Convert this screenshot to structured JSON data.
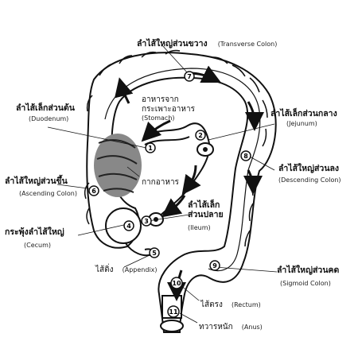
{
  "labels": {
    "transverse": {
      "th": "ลำไส้ใหญ่ส่วนขวาง",
      "en": "(Transverse Colon)"
    },
    "duodenum": {
      "th": "ลำไส้เล็กส่วนต้น",
      "en": "(Duodenum)"
    },
    "stomach": {
      "th1": "อาหารจาก",
      "th2": "กระเพาะอาหาร",
      "en": "(Stomach)"
    },
    "jejunum": {
      "th": "ลำไส้เล็กส่วนกลาง",
      "en": "(Jejunum)"
    },
    "descending": {
      "th": "ลำไส้ใหญ่ส่วนลง",
      "en": "(Descending Colon)"
    },
    "waste": {
      "th": "กากอาหาร"
    },
    "ascending": {
      "th": "ลำไส้ใหญ่ส่วนขึ้น",
      "en": "(Ascending Colon)"
    },
    "ileum": {
      "th1": "ลำไส้เล็ก",
      "th2": "ส่วนปลาย",
      "en": "(Ileum)"
    },
    "cecum": {
      "th": "กระพุ้งลำไส้ใหญ่",
      "en": "(Cecum)"
    },
    "appendix": {
      "th": "ไส้ติ่ง",
      "en": "(Appendix)"
    },
    "sigmoid": {
      "th": "ลำไส้ใหญ่ส่วนคด",
      "en": "(Sigmoid Colon)"
    },
    "rectum": {
      "th": "ไส้ตรง",
      "en": "(Rectum)"
    },
    "anus": {
      "th": "ทวารหนัก",
      "en": "(Anus)"
    }
  },
  "markers": [
    "1",
    "2",
    "3",
    "4",
    "5",
    "6",
    "7",
    "8",
    "9",
    "10",
    "11"
  ]
}
